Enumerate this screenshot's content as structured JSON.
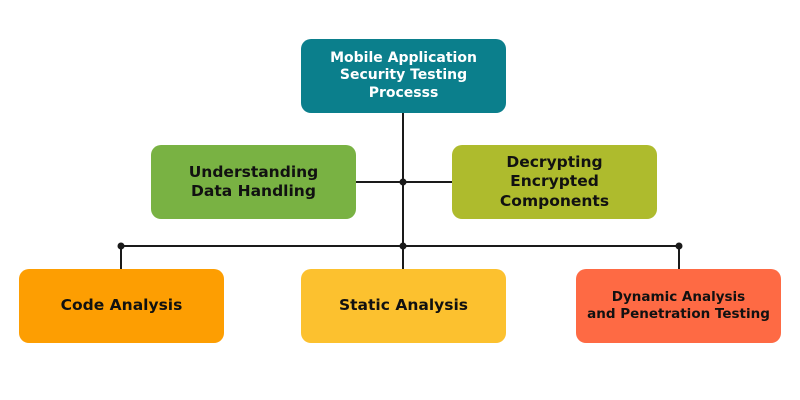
{
  "nodes": {
    "root": {
      "label": "Mobile Application\nSecurity Testing Processs",
      "color": "#0b7f8c"
    },
    "understanding": {
      "label": "Understanding\nData Handling",
      "color": "#79b243"
    },
    "decrypting": {
      "label": "Decrypting\nEncrypted\nComponents",
      "color": "#aebb2d"
    },
    "code": {
      "label": "Code Analysis",
      "color": "#fd9e02"
    },
    "static": {
      "label": "Static Analysis",
      "color": "#fcc12f"
    },
    "dynamic": {
      "label": "Dynamic Analysis\nand Penetration Testing",
      "color": "#fe6a44"
    }
  },
  "connector_color": "#1a1a1a"
}
